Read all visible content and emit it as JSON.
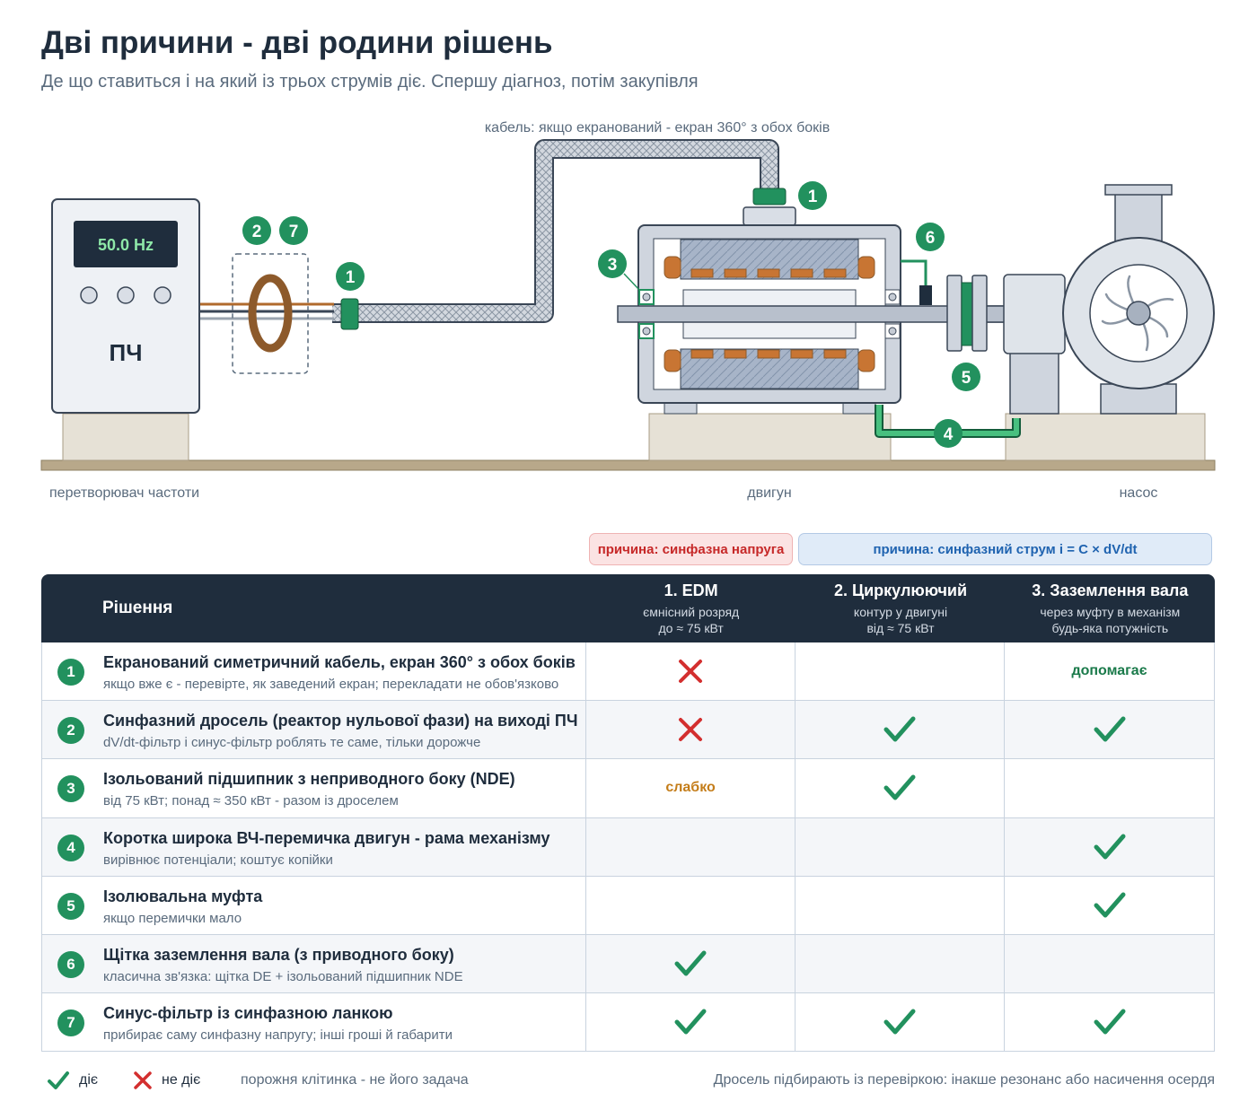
{
  "header": {
    "title": "Дві причини - дві родини рішень",
    "subtitle": "Де що ставиться і на який із трьох струмів діє. Спершу діагноз, потім закупівля"
  },
  "diagram": {
    "cable_caption": "кабель: якщо екранований - екран 360° з обох боків",
    "vfd_display": "50.0 Hz",
    "vfd_label": "ПЧ",
    "labels": {
      "vfd": "перетворювач частоти",
      "motor": "двигун",
      "pump": "насос"
    },
    "markers": [
      "1",
      "2",
      "7",
      "1",
      "3",
      "6",
      "5",
      "4"
    ]
  },
  "causes": {
    "voltage": "причина: синфазна напруга",
    "current": "причина: синфазний струм i = C × dV/dt"
  },
  "table": {
    "solution_header": "Рішення",
    "columns": [
      {
        "title": "1. EDM",
        "sub1": "ємнісний розряд",
        "sub2": "до ≈ 75 кВт"
      },
      {
        "title": "2. Циркулюючий",
        "sub1": "контур у двигуні",
        "sub2": "від ≈ 75 кВт"
      },
      {
        "title": "3. Заземлення вала",
        "sub1": "через муфту в механізм",
        "sub2": "будь-яка потужність"
      }
    ],
    "rows": [
      {
        "num": "1",
        "title": "Екранований симетричний кабель, екран 360° з обох боків",
        "note": "якщо вже є - перевірте, як заведений екран; перекладати не обов'язково",
        "cells": [
          "cross",
          "",
          "допомагає"
        ]
      },
      {
        "num": "2",
        "title": "Синфазний дросель (реактор нульової фази) на виході ПЧ",
        "note": "dV/dt-фільтр і синус-фільтр роблять те саме, тільки дорожче",
        "cells": [
          "cross",
          "check",
          "check"
        ]
      },
      {
        "num": "3",
        "title": "Ізольований підшипник з неприводного боку (NDE)",
        "note": "від 75 кВт; понад ≈ 350 кВт - разом із дроселем",
        "cells": [
          "слабко",
          "check",
          ""
        ]
      },
      {
        "num": "4",
        "title": "Коротка широка ВЧ-перемичка двигун - рама механізму",
        "note": "вирівнює потенціали; коштує копійки",
        "cells": [
          "",
          "",
          "check"
        ]
      },
      {
        "num": "5",
        "title": "Ізолювальна муфта",
        "note": "якщо перемички мало",
        "cells": [
          "",
          "",
          "check"
        ]
      },
      {
        "num": "6",
        "title": "Щітка заземлення вала (з приводного боку)",
        "note": "класична зв'язка: щітка DE + ізольований підшипник NDE",
        "cells": [
          "check",
          "",
          ""
        ]
      },
      {
        "num": "7",
        "title": "Синус-фільтр із синфазною ланкою",
        "note": "прибирає саму синфазну напругу; інші гроші й габарити",
        "cells": [
          "check",
          "check",
          "check"
        ]
      }
    ]
  },
  "legend": {
    "works": "діє",
    "not_works": "не діє",
    "empty": "порожня клітинка - не його задача",
    "note": "Дросель підбирають із перевіркою: інакше резонанс або насичення осердя"
  },
  "colors": {
    "green": "#22915e",
    "red": "#d32f2f",
    "navy": "#1f2d3d",
    "amber": "#c47d1a"
  }
}
